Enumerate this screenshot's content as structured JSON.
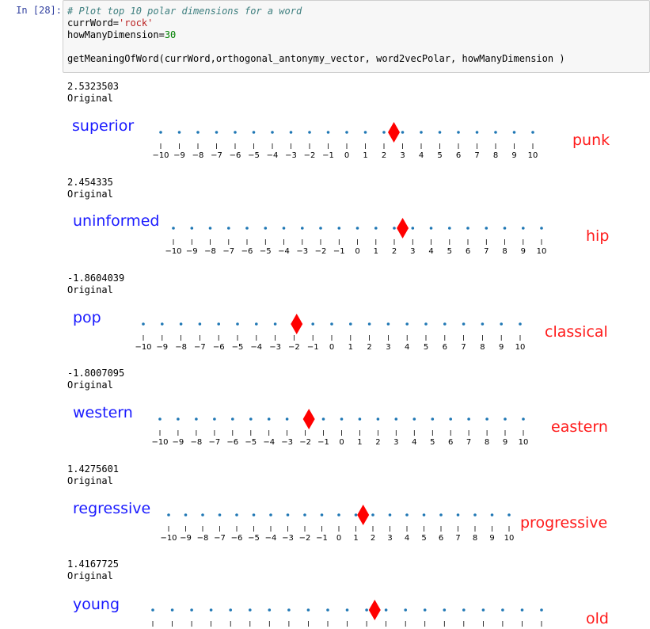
{
  "cell": {
    "prompt": "In [28]:",
    "code": {
      "comment": "# Plot top 10 polar dimensions for a word",
      "line2_pre": "currWord=",
      "line2_str": "'rock'",
      "line3_pre": "howManyDimension=",
      "line3_num": "30",
      "line5": "getMeaningOfWord(currWord,orthogonal_antonymy_vector, word2vecPolar, howManyDimension )"
    }
  },
  "colors": {
    "left_word": "#1a1aff",
    "right_word": "#ff1a1a",
    "dots": "#1f77b4",
    "marker": "#ff0000"
  },
  "tick_labels": [
    "−10",
    "−9",
    "−8",
    "−7",
    "−6",
    "−5",
    "−4",
    "−3",
    "−2",
    "−1",
    "0",
    "1",
    "2",
    "3",
    "4",
    "5",
    "6",
    "7",
    "8",
    "9",
    "10"
  ],
  "outputs": [
    {
      "value_text": "2.5323503",
      "label": "Original",
      "left_word": "superior",
      "right_word": "punk",
      "marker_value": 2.5323503
    },
    {
      "value_text": "2.454335",
      "label": "Original",
      "left_word": "uninformed",
      "right_word": "hip",
      "marker_value": 2.454335
    },
    {
      "value_text": "-1.8604039",
      "label": "Original",
      "left_word": "pop",
      "right_word": "classical",
      "marker_value": -1.8604039
    },
    {
      "value_text": "-1.8007095",
      "label": "Original",
      "left_word": "western",
      "right_word": "eastern",
      "marker_value": -1.8007095
    },
    {
      "value_text": "1.4275601",
      "label": "Original",
      "left_word": "regressive",
      "right_word": "progressive",
      "marker_value": 1.4275601
    },
    {
      "value_text": "1.4167725",
      "label": "Original",
      "left_word": "young",
      "right_word": "old",
      "marker_value": 1.4167725
    }
  ]
}
